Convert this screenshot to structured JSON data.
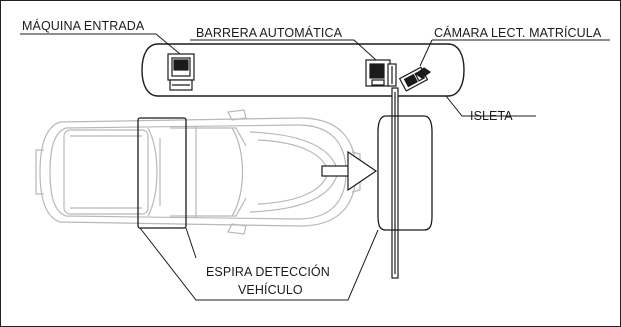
{
  "labels": {
    "entry_machine": "MÁQUINA ENTRADA",
    "automatic_barrier": "BARRERA AUTOMÁTICA",
    "plate_camera": "CÁMARA LECT. MATRÍCULA",
    "island": "ISLETA",
    "loop_line1": "ESPIRA DETECCIÓN",
    "loop_line2": "VEHÍCULO"
  },
  "colors": {
    "line": "#1b1b1b",
    "vehicle_outline": "#b8b8b8",
    "background": "#ffffff"
  }
}
